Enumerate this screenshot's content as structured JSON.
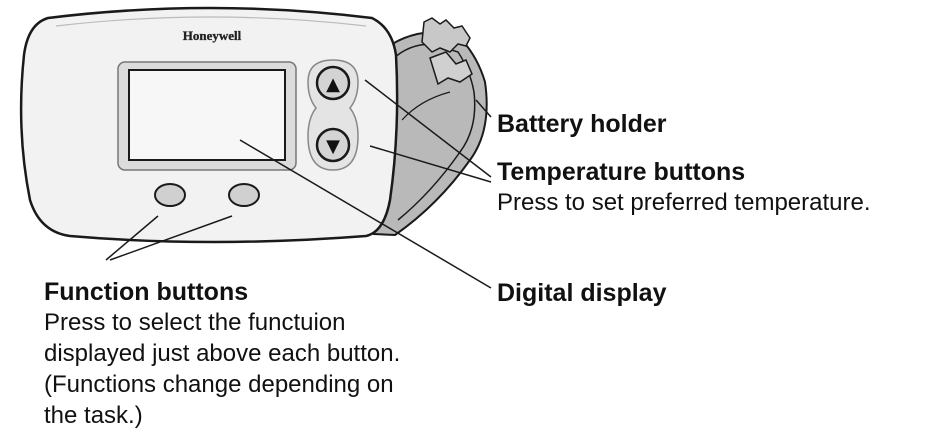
{
  "device": {
    "brand": "Honeywell",
    "up_arrow": "▲",
    "down_arrow": "▼"
  },
  "callouts": {
    "battery_holder": {
      "title": "Battery holder"
    },
    "temperature_buttons": {
      "title": "Temperature buttons",
      "description": "Press to set preferred temperature."
    },
    "digital_display": {
      "title": "Digital display"
    },
    "function_buttons": {
      "title": "Function buttons",
      "description_lines": [
        "Press to select the functuion",
        "displayed just above each button.",
        "(Functions change depending on",
        "the task.)"
      ]
    }
  },
  "colors": {
    "outline": "#1a1a1a",
    "body": "#f2f2f2",
    "bezel": "#dcdcdc",
    "screen": "#f7f7f7",
    "holder": "#b9b9b9"
  }
}
